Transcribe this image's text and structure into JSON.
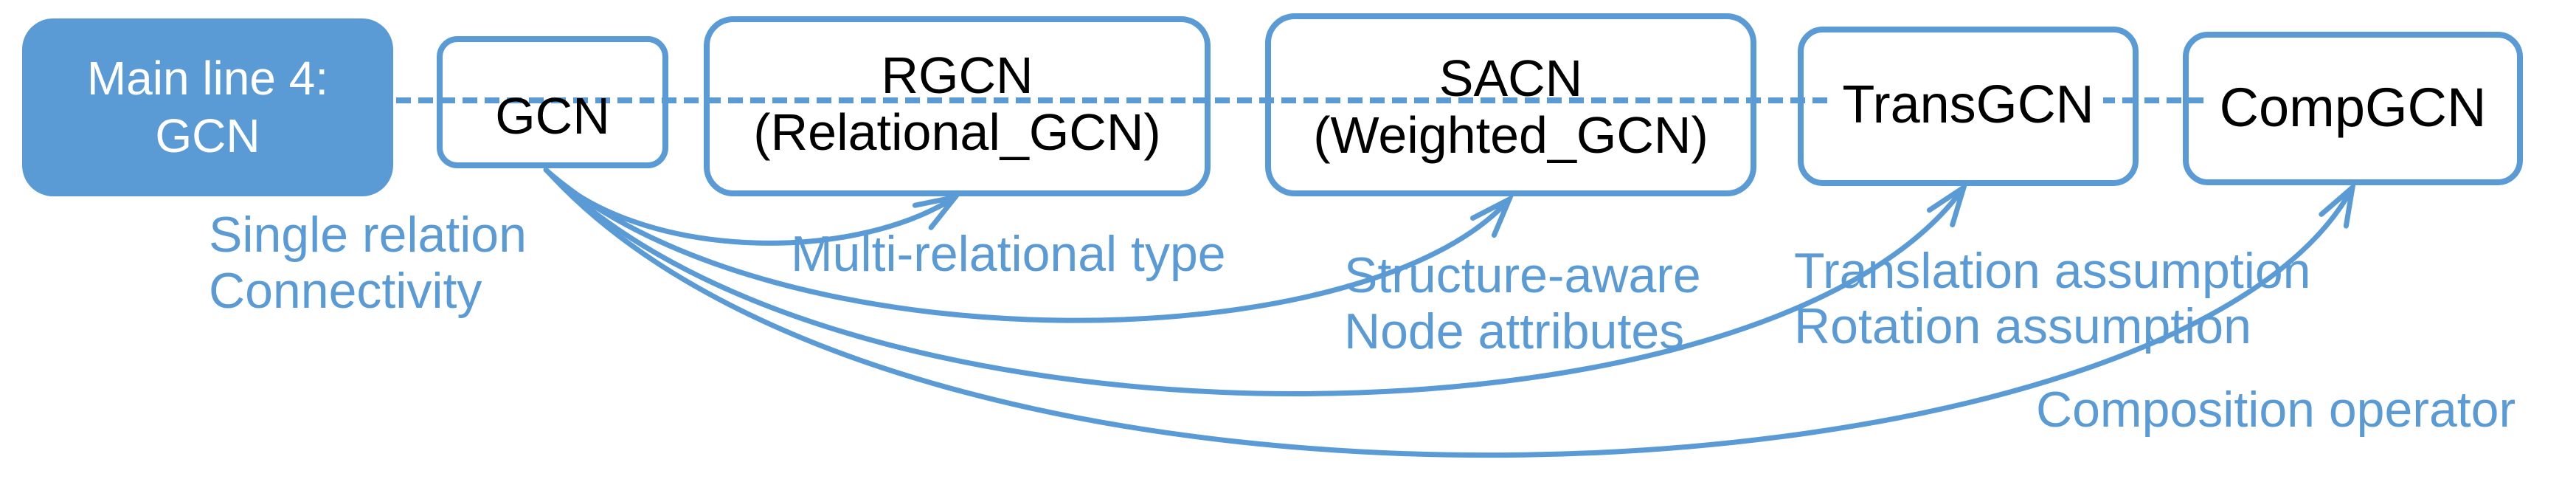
{
  "palette": {
    "accent_blue": "#5b9bd5",
    "node_text": "#000000",
    "title_text": "#ffffff",
    "background": "#ffffff"
  },
  "diagram": {
    "title_box": {
      "line1": "Main line 4:",
      "line2": "GCN"
    },
    "nodes": [
      {
        "id": "gcn",
        "line1": "GCN",
        "line2": ""
      },
      {
        "id": "rgcn",
        "line1": "RGCN",
        "line2": "(Relational_GCN)"
      },
      {
        "id": "sacn",
        "line1": "SACN",
        "line2": "(Weighted_GCN)"
      },
      {
        "id": "transgcn",
        "line1": "TransGCN",
        "line2": ""
      },
      {
        "id": "compgcn",
        "line1": "CompGCN",
        "line2": ""
      }
    ],
    "annotations": [
      {
        "target": "gcn",
        "line1": "Single relation",
        "line2": "Connectivity"
      },
      {
        "target": "rgcn",
        "line1": "Multi-relational type",
        "line2": ""
      },
      {
        "target": "sacn",
        "line1": "Structure-aware",
        "line2": "Node attributes"
      },
      {
        "target": "transgcn",
        "line1": "Translation assumption",
        "line2": "Rotation assumption"
      },
      {
        "target": "compgcn",
        "line1": "Composition operator",
        "line2": ""
      }
    ]
  }
}
